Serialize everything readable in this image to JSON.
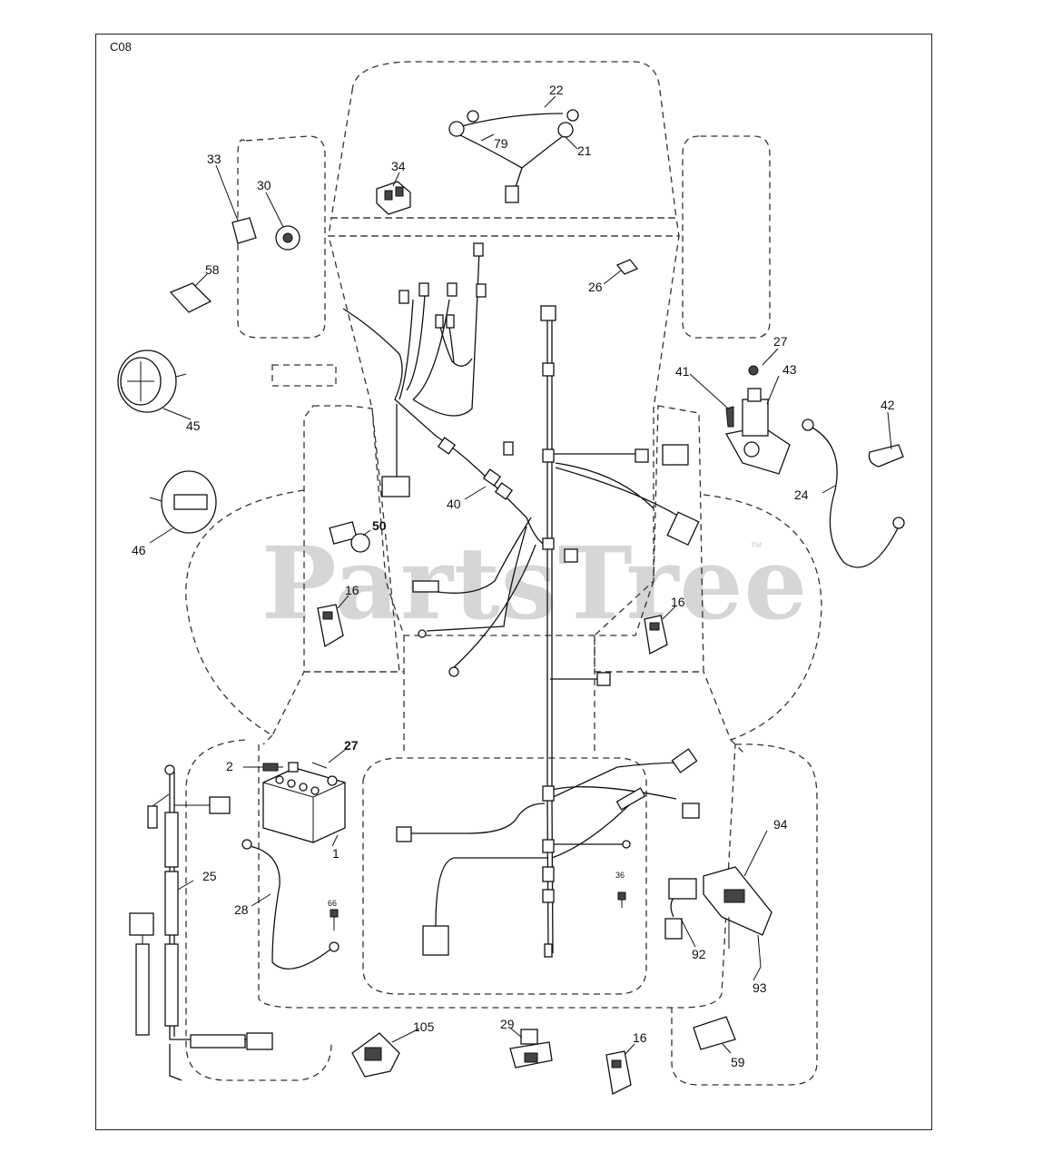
{
  "diagram_code": "C08",
  "watermark": {
    "text": "PartsTree",
    "trademark": "™"
  },
  "part_labels": {
    "p1": "1",
    "p2": "2",
    "p16a": "16",
    "p16b": "16",
    "p16c": "16",
    "p21": "21",
    "p22": "22",
    "p24": "24",
    "p25": "25",
    "p26": "26",
    "p27a": "27",
    "p27b": "27",
    "p28": "28",
    "p29": "29",
    "p30": "30",
    "p33": "33",
    "p34": "34",
    "p36": "36",
    "p40": "40",
    "p41": "41",
    "p42": "42",
    "p43": "43",
    "p45": "45",
    "p46": "46",
    "p50": "50",
    "p58": "58",
    "p59": "59",
    "p66": "66",
    "p79": "79",
    "p92": "92",
    "p93": "93",
    "p94": "94",
    "p105": "105"
  }
}
